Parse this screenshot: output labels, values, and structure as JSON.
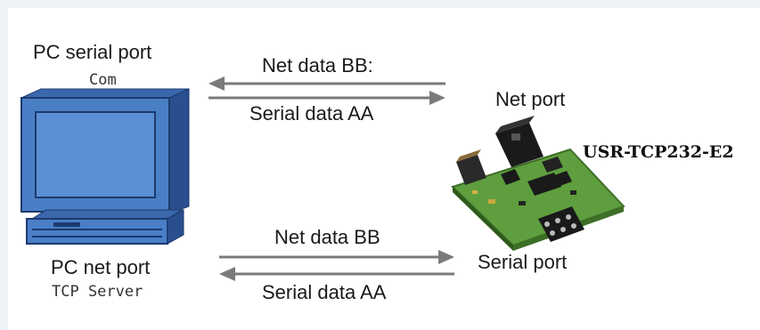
{
  "pc": {
    "serial_port_label": "PC serial port",
    "serial_port_sub": "Com",
    "net_port_label": "PC net port",
    "net_port_sub": "TCP Server"
  },
  "device": {
    "net_port_label": "Net port",
    "serial_port_label": "Serial port",
    "model": "USR-TCP232-E2"
  },
  "arrows_top": {
    "upper_label": "Net data BB:",
    "lower_label": "Serial data AA"
  },
  "arrows_bottom": {
    "upper_label": "Net data BB",
    "lower_label": "Serial data AA"
  },
  "icons": [
    "computer-icon",
    "serial-device-icon"
  ],
  "colors": {
    "monitor_blue": "#4a7fc6",
    "monitor_dark": "#2a4f8f",
    "screen_blue": "#5b8fd4",
    "board_green": "#5e9e3e",
    "arrow_gray": "#7a7a7a"
  }
}
